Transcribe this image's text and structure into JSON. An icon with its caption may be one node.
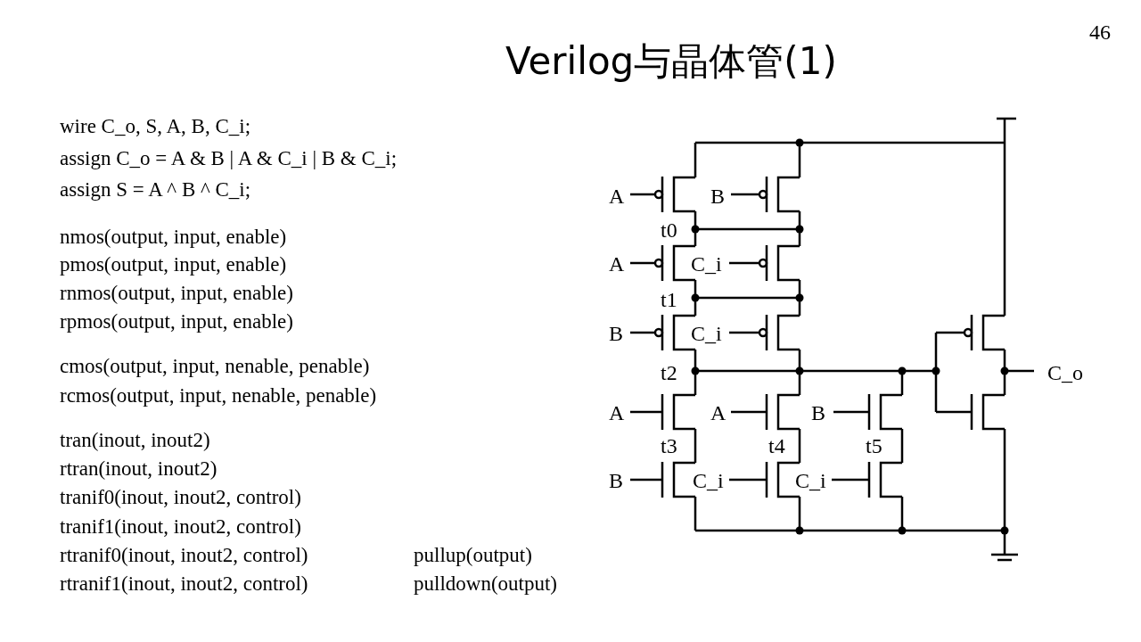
{
  "diagram": {
    "title": "Verilog与晶体管(1)",
    "labels": [
      "46",
      "wire C_o, S, A, B, C_i;",
      "assign C_o = A & B | A & C_i | B & C_i;",
      "assign S = A ^ B ^ C_i;",
      "nmos(output, input, enable)",
      "pmos(output, input, enable)",
      "rnmos(output, input, enable)",
      "rpmos(output, input, enable)",
      "cmos(output, input, nenable, penable)",
      "rcmos(output, input, nenable, penable)",
      "tran(inout, inout2)",
      "rtran(inout, inout2)",
      "tranif0(inout, inout2, control)",
      "tranif1(inout, inout2, control)",
      "rtranif0(inout, inout2, control)",
      "pullup(output)",
      "rtranif1(inout, inout2, control)",
      "pulldown(output)",
      "A",
      "B",
      "t0",
      "A",
      "C_i",
      "t1",
      "B",
      "C_i",
      "t2",
      "C_o",
      "A",
      "A",
      "B",
      "t3",
      "t4",
      "t5",
      "B",
      "C_i",
      "C_i"
    ]
  }
}
